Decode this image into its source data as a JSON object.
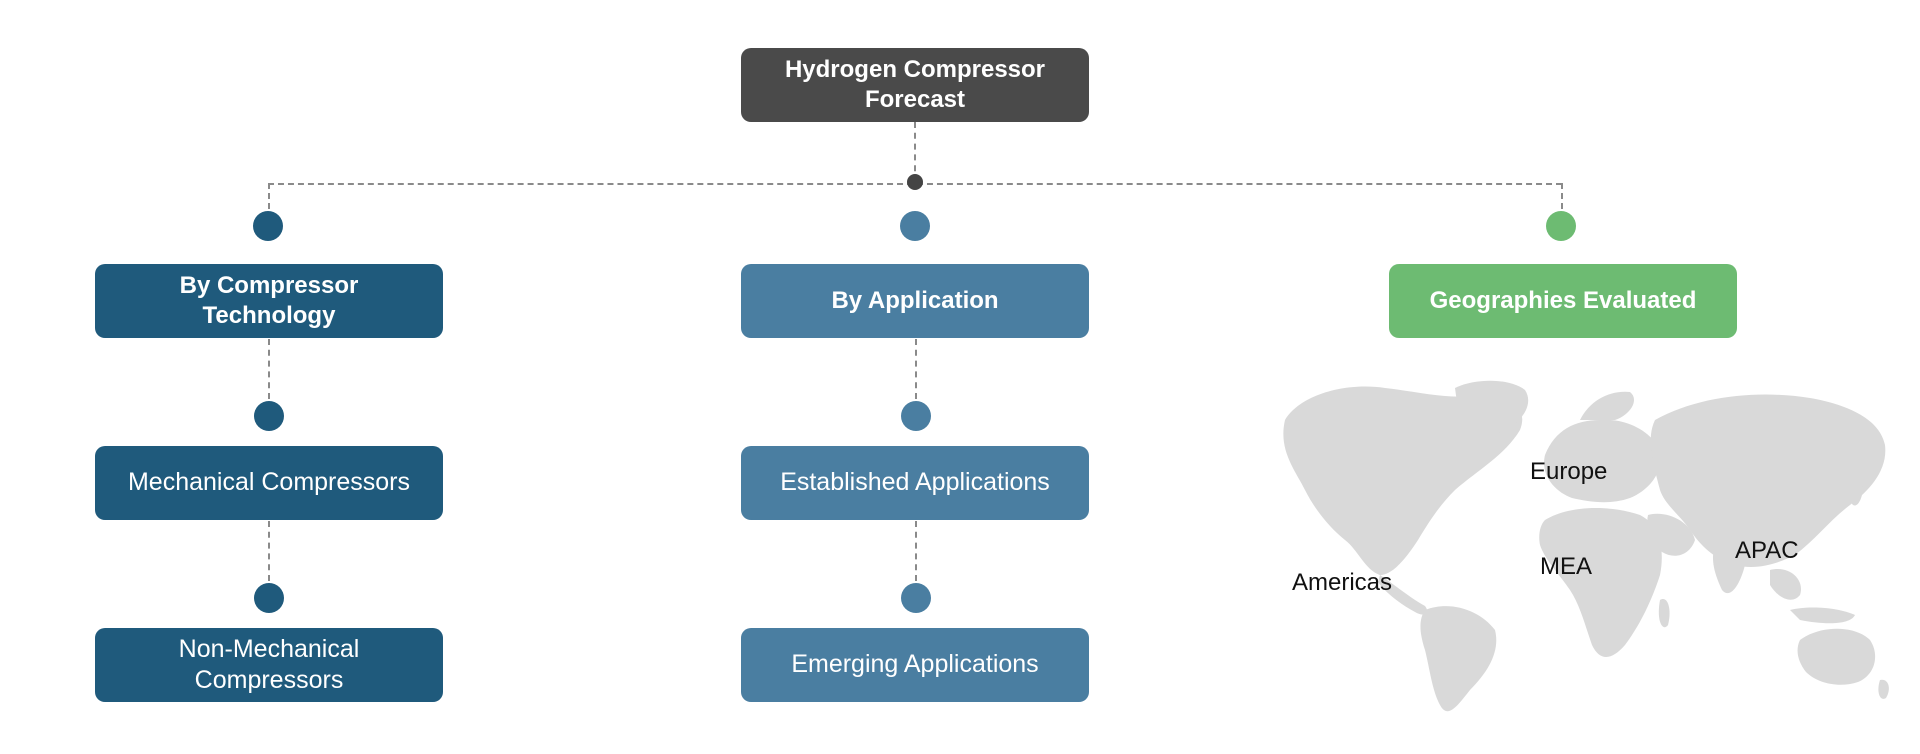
{
  "root": {
    "label": "Hydrogen Compressor Forecast"
  },
  "branches": [
    {
      "title": "By Compressor Technology",
      "color": "#1f5a7c",
      "children": [
        "Mechanical Compressors",
        "Non-Mechanical Compressors"
      ]
    },
    {
      "title": "By Application",
      "color": "#4a7ea1",
      "children": [
        "Established Applications",
        "Emerging Applications"
      ]
    },
    {
      "title": "Geographies Evaluated",
      "color": "#6dbb72",
      "regions": [
        "Europe",
        "APAC",
        "MEA",
        "Americas"
      ]
    }
  ],
  "map": {
    "fill": "#d9d9d9"
  }
}
